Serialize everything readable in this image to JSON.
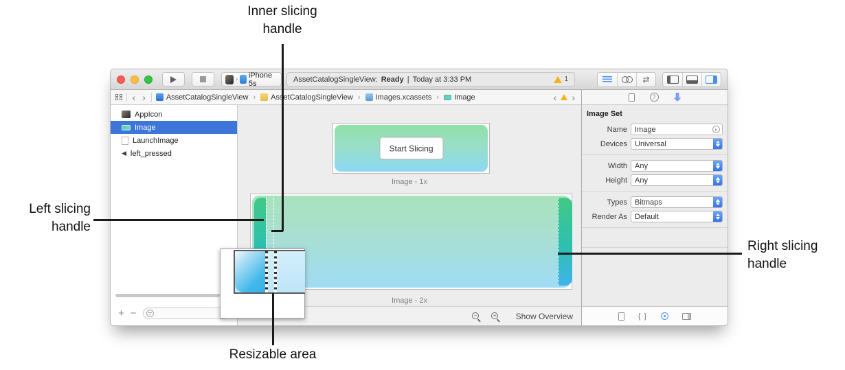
{
  "annotations": {
    "inner": "Inner slicing handle",
    "left": "Left slicing handle",
    "right": "Right slicing handle",
    "resizable": "Resizable area"
  },
  "window": {
    "toolbar": {
      "scheme": {
        "device": "iPhone 5s"
      },
      "status": {
        "project": "AssetCatalogSingleView:",
        "state": "Ready",
        "separator": "|",
        "time": "Today at 3:33 PM",
        "warning_count": "1"
      }
    },
    "jumpbar": {
      "back": "‹",
      "forward": "›",
      "separator": "›",
      "crumbs": [
        {
          "label": "AssetCatalogSingleView"
        },
        {
          "label": "AssetCatalogSingleView"
        },
        {
          "label": "Images.xcassets"
        },
        {
          "label": "Image"
        }
      ]
    },
    "sidebar": {
      "items": [
        {
          "label": "AppIcon",
          "selected": false
        },
        {
          "label": "Image",
          "selected": true
        },
        {
          "label": "LaunchImage",
          "selected": false
        },
        {
          "label": "left_pressed",
          "selected": false
        }
      ],
      "add": "+",
      "remove": "−"
    },
    "canvas": {
      "slice_button": "Start Slicing",
      "label_1x": "Image - 1x",
      "label_2x": "Image - 2x",
      "show_overview": "Show Overview"
    },
    "inspector": {
      "title": "Image Set",
      "fields": [
        {
          "label": "Name",
          "value": "Image"
        },
        {
          "label": "Devices",
          "value": "Universal"
        },
        {
          "label": "Width",
          "value": "Any"
        },
        {
          "label": "Height",
          "value": "Any"
        },
        {
          "label": "Types",
          "value": "Bitmaps"
        },
        {
          "label": "Render As",
          "value": "Default"
        }
      ]
    }
  },
  "icons": {
    "left_pressed_glyph": "◀",
    "version_editor_glyph": "⇄",
    "braces_glyph": "{ }",
    "zoom_out_sign": "−",
    "zoom_in_sign": "+"
  },
  "colors": {
    "selection_blue": "#3e76d8",
    "warning_yellow": "#f6b21d",
    "image_gradient_top": "#90dfa6",
    "image_gradient_bottom": "#8bd8f2",
    "cap_gradient_top": "#41c986",
    "cap_gradient_bottom": "#3eb4ea",
    "inspector_accent_blue": "#3472ef"
  }
}
